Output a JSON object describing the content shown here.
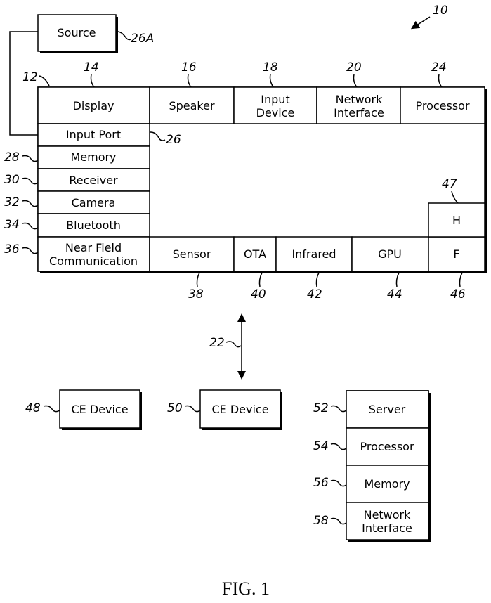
{
  "figure_label": "FIG. 1",
  "refs": {
    "r10": "10",
    "r12": "12",
    "r14": "14",
    "r16": "16",
    "r18": "18",
    "r20": "20",
    "r22": "22",
    "r24": "24",
    "r26": "26",
    "r26a": "26A",
    "r28": "28",
    "r30": "30",
    "r32": "32",
    "r34": "34",
    "r36": "36",
    "r38": "38",
    "r40": "40",
    "r42": "42",
    "r44": "44",
    "r46": "46",
    "r47": "47",
    "r48": "48",
    "r50": "50",
    "r52": "52",
    "r54": "54",
    "r56": "56",
    "r58": "58"
  },
  "source": {
    "label": "Source"
  },
  "device": {
    "top_row": {
      "display": "Display",
      "speaker": "Speaker",
      "input_device": [
        "Input",
        "Device"
      ],
      "network_interface": [
        "Network",
        "Interface"
      ],
      "processor": "Processor"
    },
    "left_column": {
      "input_port": "Input Port",
      "memory": "Memory",
      "receiver": "Receiver",
      "camera": "Camera",
      "bluetooth": "Bluetooth",
      "nfc": [
        "Near Field",
        "Communication"
      ]
    },
    "bottom_row": {
      "sensor": "Sensor",
      "ota": "OTA",
      "infrared": "Infrared",
      "gpu": "GPU",
      "f": "F"
    },
    "h": "H"
  },
  "ce_devices": [
    "CE Device",
    "CE Device"
  ],
  "server_stack": {
    "server": "Server",
    "processor": "Processor",
    "memory": "Memory",
    "network_interface": [
      "Network",
      "Interface"
    ]
  }
}
